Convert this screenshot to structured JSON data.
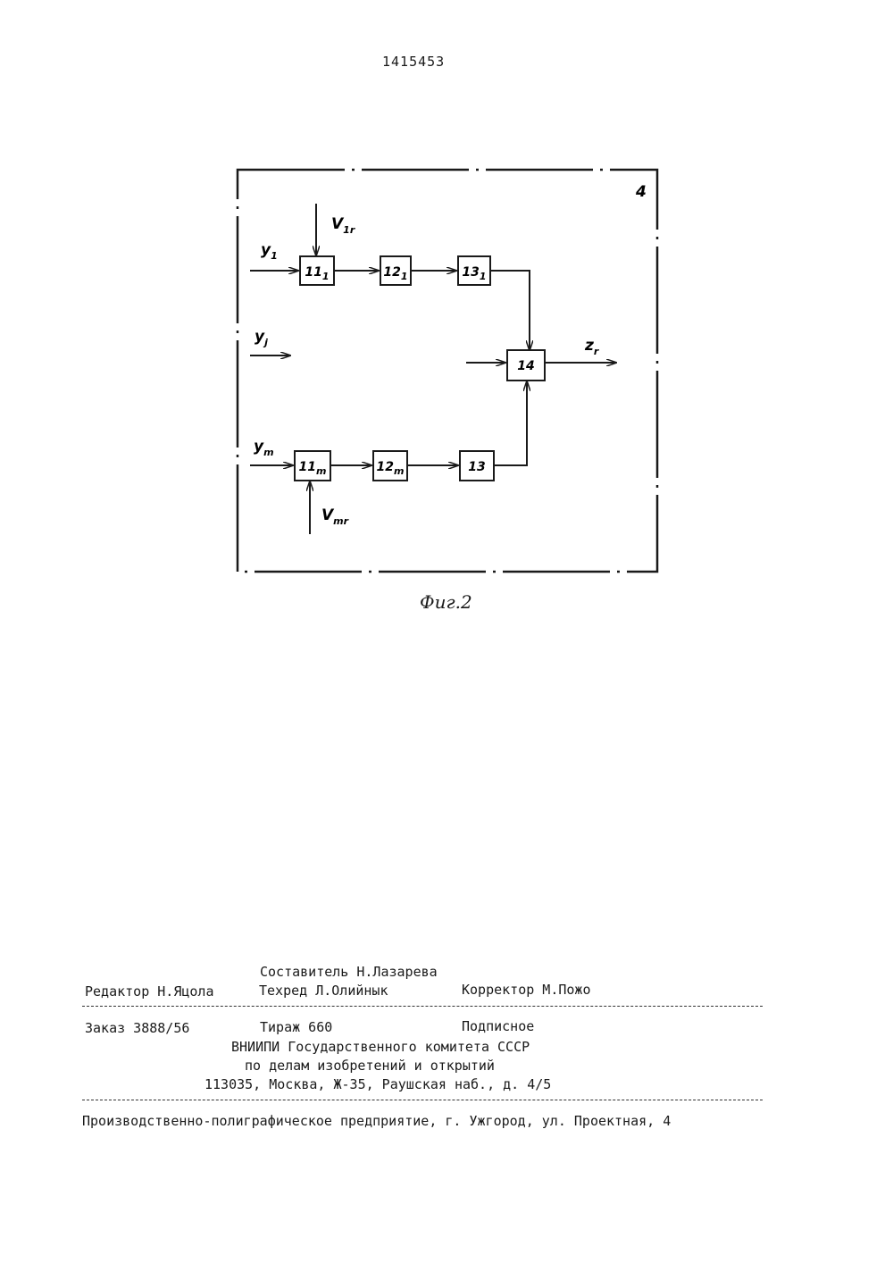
{
  "header": {
    "patent_number": "1415453"
  },
  "figure": {
    "frame_label": "4",
    "blocks": [
      {
        "num": "11",
        "sub": "1"
      },
      {
        "num": "12",
        "sub": "1"
      },
      {
        "num": "13",
        "sub": "1"
      },
      {
        "num": "14",
        "sub": ""
      },
      {
        "num": "11",
        "sub": "m"
      },
      {
        "num": "12",
        "sub": "m"
      },
      {
        "num": "13",
        "sub": ""
      }
    ],
    "signals": {
      "y1": {
        "base": "y",
        "sub": "1"
      },
      "yj": {
        "base": "y",
        "sub": "j"
      },
      "ym": {
        "base": "y",
        "sub": "m"
      },
      "v1r": {
        "base": "V",
        "sub": "1r"
      },
      "vmr": {
        "base": "V",
        "sub": "mr"
      },
      "zr": {
        "base": "z",
        "sub": "r"
      }
    },
    "caption": "Фиг.2"
  },
  "imprint": {
    "compiler": "Составитель Н.Лазарева",
    "editor": "Редактор Н.Яцола",
    "techred": "Техред Л.Олийнык",
    "corrector": "Корректор М.Пожо",
    "order": "Заказ 3888/56",
    "circulation": "Тираж 660",
    "subscription": "Подписное",
    "org_line1": "ВНИИПИ Государственного комитета СССР",
    "org_line2": "по делам изобретений и открытий",
    "address": "113035, Москва, Ж-35, Раушская наб., д. 4/5",
    "printer": "Производственно-полиграфическое предприятие, г. Ужгород, ул. Проектная, 4"
  }
}
